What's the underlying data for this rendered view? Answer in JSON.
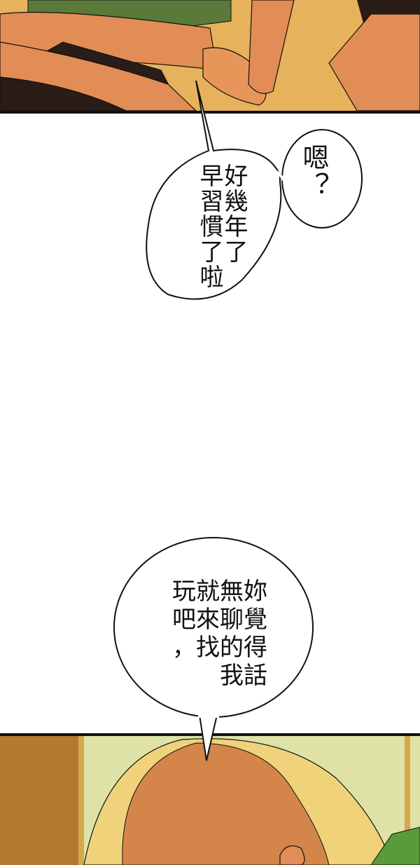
{
  "panels": [
    {
      "id": "top",
      "description": "close-up of arms and hands, green shirt, warm lighting"
    },
    {
      "id": "bottom",
      "description": "blonde character with head down, wooden frame and window background"
    }
  ],
  "bubbles": {
    "small": {
      "lines": [
        "嗯",
        "？"
      ]
    },
    "large": {
      "columns": [
        "好幾年了",
        "早習慣了啦"
      ]
    },
    "bottom": {
      "rows": [
        "玩就無妳",
        "吧來聊覺",
        "，找的得",
        "我話"
      ]
    }
  },
  "colors": {
    "skin": "#e28d55",
    "shirt": "#5a7a3a",
    "hair": "#f0d27a",
    "window": "#dfe2a6",
    "wood": "#b5782f",
    "outline": "#111111"
  }
}
